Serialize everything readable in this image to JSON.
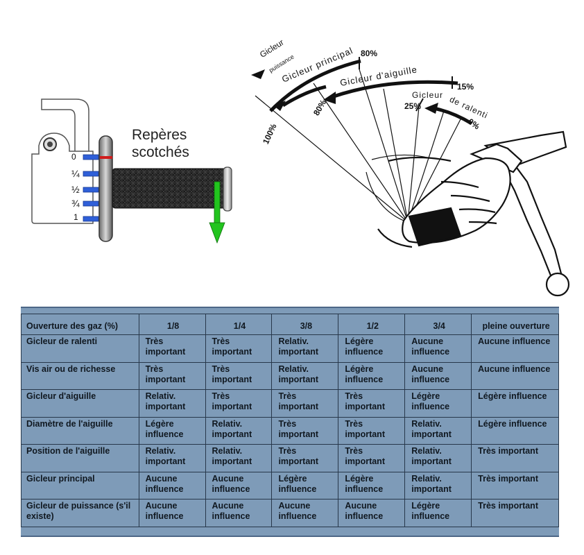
{
  "throttle": {
    "marks": [
      "0",
      "¼",
      "½",
      "¾",
      "1"
    ],
    "caption_line1": "Repères",
    "caption_line2": "scotchés"
  },
  "jets": {
    "label_power": "Gicleur",
    "label_power_2": "puissance",
    "label_main": "Gicleur principal",
    "label_needle": "Gicleur d'aiguille",
    "label_idle_1": "Gicleur",
    "label_idle_2": "de ralenti",
    "pct_100": "100%",
    "pct_80_top": "80%",
    "pct_80": "80%",
    "pct_15": "15%",
    "pct_25": "25%",
    "pct_0": "0%"
  },
  "table": {
    "columns": [
      "Ouverture des gaz (%)",
      "1/8",
      "1/4",
      "3/8",
      "1/2",
      "3/4",
      "pleine ouverture"
    ],
    "rows": [
      {
        "label": "Gicleur de ralenti",
        "cells": [
          "Très important",
          "Très important",
          "Relativ. important",
          "Légère influence",
          "Aucune influence",
          "Aucune influence"
        ]
      },
      {
        "label": "Vis air ou de richesse",
        "cells": [
          "Très important",
          "Très important",
          "Relativ. important",
          "Légère influence",
          "Aucune influence",
          "Aucune influence"
        ]
      },
      {
        "label": "Gicleur d'aiguille",
        "cells": [
          "Relativ. important",
          "Très important",
          "Très important",
          "Très important",
          "Légère influence",
          "Légère influence"
        ]
      },
      {
        "label": "Diamètre de l'aiguille",
        "cells": [
          "Légère influence",
          "Relativ. important",
          "Très important",
          "Très important",
          "Relativ. important",
          "Légère influence"
        ]
      },
      {
        "label": "Position de l'aiguille",
        "cells": [
          "Relativ. important",
          "Relativ. important",
          "Très important",
          "Très important",
          "Relativ. important",
          "Très important"
        ]
      },
      {
        "label": "Gicleur principal",
        "cells": [
          "Aucune influence",
          "Aucune influence",
          "Légère influence",
          "Légère influence",
          "Relativ. important",
          "Très important"
        ]
      },
      {
        "label": "Gicleur de puissance (s'il existe)",
        "cells": [
          "Aucune influence",
          "Aucune influence",
          "Aucune influence",
          "Aucune influence",
          "Légère influence",
          "Très important"
        ]
      }
    ]
  },
  "colors": {
    "table_bg": "#7e9bb8",
    "marker_blue": "#2f5fd8",
    "marker_red": "#d01c1c",
    "arrow_green": "#22c41e"
  }
}
